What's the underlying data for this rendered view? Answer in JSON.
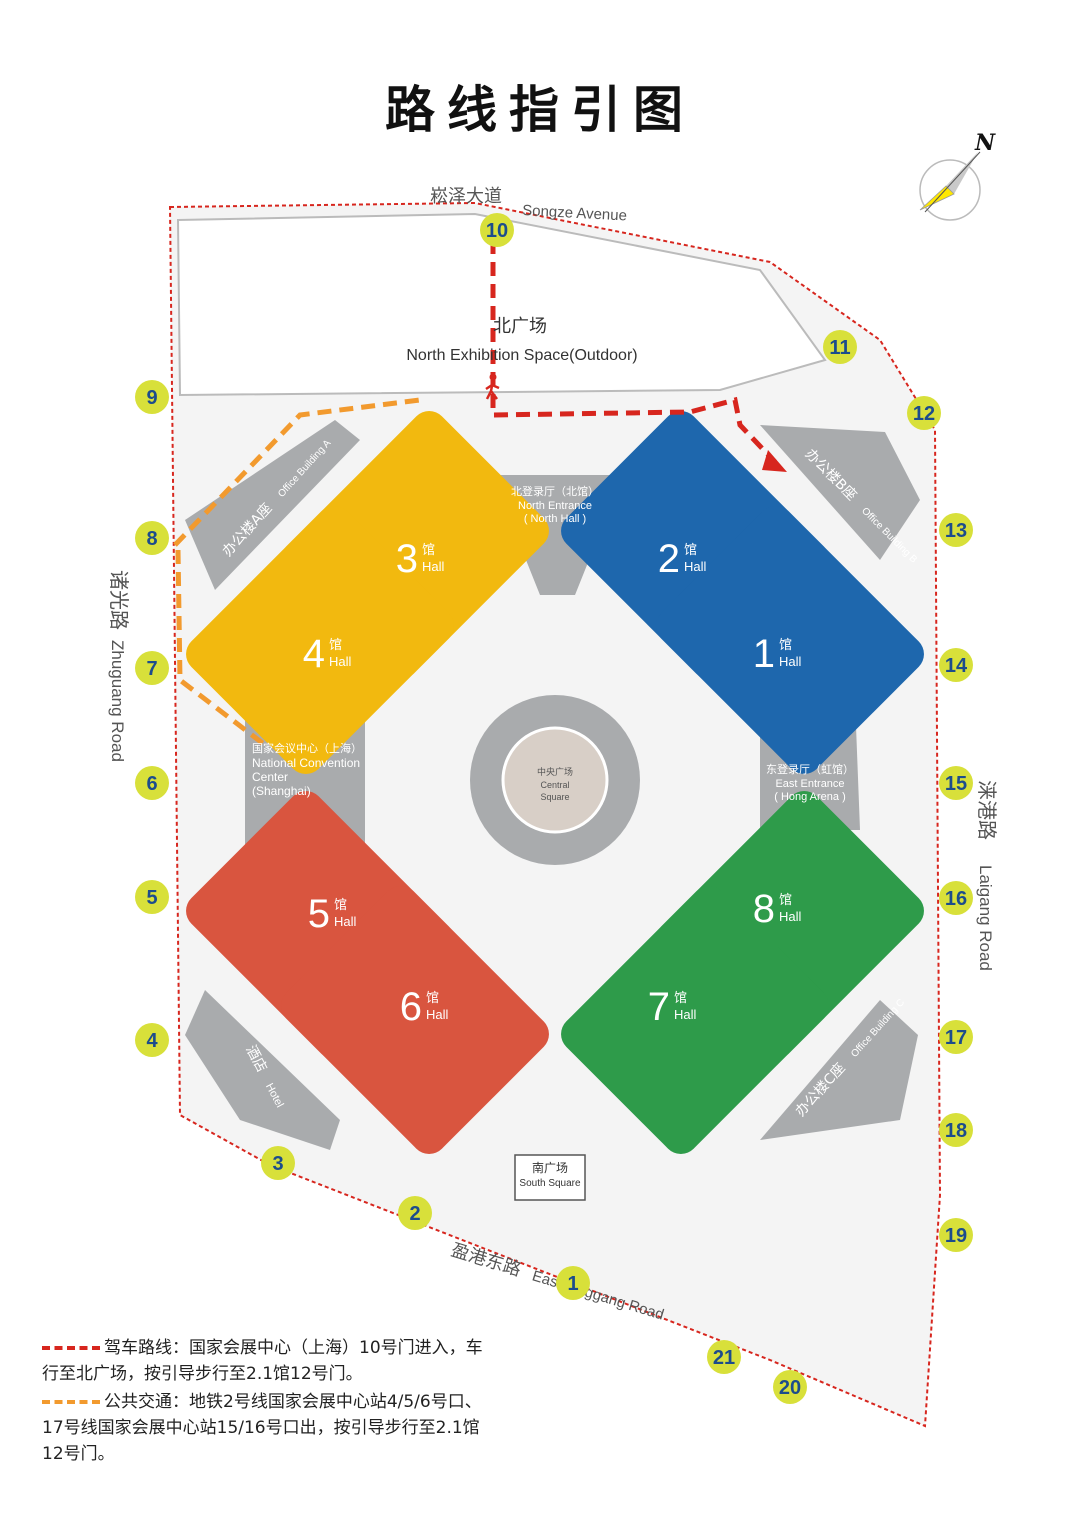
{
  "title": "路线指引图",
  "compass": {
    "letter": "N"
  },
  "roads": {
    "north_cn": "崧泽大道",
    "north_en": "Songze Avenue",
    "west_cn": "诸光路",
    "west_en": "Zhuguang Road",
    "east_cn": "涞港路",
    "east_en": "Laigang Road",
    "south_cn": "盈港东路",
    "south_en": "East Yinggang Road"
  },
  "areas": {
    "north_plaza_cn": "北广场",
    "north_plaza_en": "North Exhibition Space(Outdoor)",
    "north_hall_cn": "北登录厅（北馆）",
    "north_hall_en1": "North Entrance",
    "north_hall_en2": "( North Hall )",
    "central_cn": "中央广场",
    "central_en1": "Central",
    "central_en2": "Square",
    "convention_cn": "国家会议中心（上海）",
    "convention_en1": "National Convention",
    "convention_en2": "Center",
    "convention_en3": "(Shanghai)",
    "east_entrance_cn": "东登录厅（虹馆）",
    "east_entrance_en1": "East Entrance",
    "east_entrance_en2": "( Hong Arena )",
    "south_square_cn": "南广场",
    "south_square_en": "South Square",
    "office_a_cn": "办公楼A座",
    "office_a_en": "Office Building A",
    "office_b_cn": "办公楼B座",
    "office_b_en": "Office Building B",
    "office_c_cn": "办公楼C座",
    "office_c_en": "Office Building C",
    "hotel_cn": "酒店",
    "hotel_en": "Hotel"
  },
  "halls": [
    {
      "num": "1",
      "cn": "馆",
      "en": "Hall",
      "color": "#1e67ad"
    },
    {
      "num": "2",
      "cn": "馆",
      "en": "Hall",
      "color": "#1e67ad"
    },
    {
      "num": "3",
      "cn": "馆",
      "en": "Hall",
      "color": "#f2b90f"
    },
    {
      "num": "4",
      "cn": "馆",
      "en": "Hall",
      "color": "#f2b90f"
    },
    {
      "num": "5",
      "cn": "馆",
      "en": "Hall",
      "color": "#d9553f"
    },
    {
      "num": "6",
      "cn": "馆",
      "en": "Hall",
      "color": "#d9553f"
    },
    {
      "num": "7",
      "cn": "馆",
      "en": "Hall",
      "color": "#2e9b4a"
    },
    {
      "num": "8",
      "cn": "馆",
      "en": "Hall",
      "color": "#2e9b4a"
    }
  ],
  "gates": [
    "1",
    "2",
    "3",
    "4",
    "5",
    "6",
    "7",
    "8",
    "9",
    "10",
    "11",
    "12",
    "13",
    "14",
    "15",
    "16",
    "17",
    "18",
    "19",
    "20",
    "21"
  ],
  "colors": {
    "gate_fill": "#d8e03a",
    "gate_text": "#1c4c8c",
    "drive_route": "#d7261e",
    "transit_route": "#f29a2e",
    "building_gray": "#a9abad"
  },
  "legend": {
    "drive_line1": "驾车路线：国家会展中心（上海）10号门进入，车",
    "drive_line2": "行至北广场，按引导步行至2.1馆12号门。",
    "transit_line1": "公共交通：地铁2号线国家会展中心站4/5/6号口、",
    "transit_line2": "17号线国家会展中心站15/16号口出，按引导步行至2.1馆",
    "transit_line3": "12号门。"
  }
}
